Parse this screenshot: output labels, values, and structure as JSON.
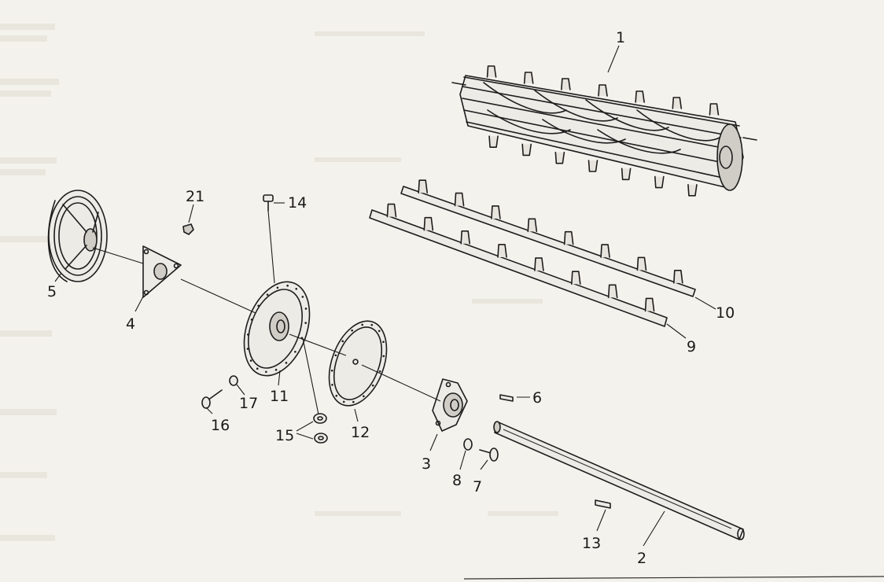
{
  "diagram": {
    "parts": [
      {
        "id": "1",
        "label": "1"
      },
      {
        "id": "2",
        "label": "2"
      },
      {
        "id": "3",
        "label": "3"
      },
      {
        "id": "4",
        "label": "4"
      },
      {
        "id": "5",
        "label": "5"
      },
      {
        "id": "6",
        "label": "6"
      },
      {
        "id": "7",
        "label": "7"
      },
      {
        "id": "8",
        "label": "8"
      },
      {
        "id": "9",
        "label": "9"
      },
      {
        "id": "10",
        "label": "10"
      },
      {
        "id": "11",
        "label": "11"
      },
      {
        "id": "12",
        "label": "12"
      },
      {
        "id": "13",
        "label": "13"
      },
      {
        "id": "14",
        "label": "14"
      },
      {
        "id": "15",
        "label": "15"
      },
      {
        "id": "16",
        "label": "16"
      },
      {
        "id": "17",
        "label": "17"
      },
      {
        "id": "21",
        "label": "21"
      }
    ]
  }
}
